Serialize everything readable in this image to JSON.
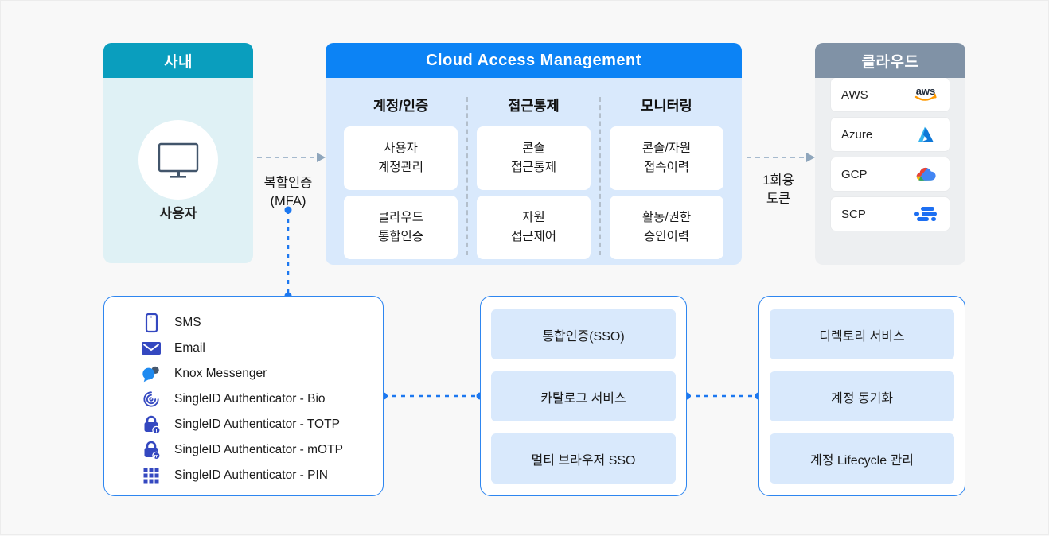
{
  "onprem": {
    "title": "사내",
    "user_label": "사용자",
    "header_color": "#0a9ebe",
    "body_color": "#dff1f5"
  },
  "cam": {
    "title": "Cloud Access Management",
    "header_color": "#0c83f5",
    "body_color": "#d9e9fc",
    "columns": [
      {
        "label": "계정/인증",
        "cards": [
          "사용자\n계정관리",
          "클라우드\n통합인증"
        ]
      },
      {
        "label": "접근통제",
        "cards": [
          "콘솔\n접근통제",
          "자원\n접근제어"
        ]
      },
      {
        "label": "모니터링",
        "cards": [
          "콘솔/자원\n접속이력",
          "활동/권한\n승인이력"
        ]
      }
    ]
  },
  "cloud": {
    "title": "클라우드",
    "header_color": "#8092a6",
    "providers": [
      {
        "name": "AWS",
        "icon": "aws-logo"
      },
      {
        "name": "Azure",
        "icon": "azure-logo"
      },
      {
        "name": "GCP",
        "icon": "gcp-logo"
      },
      {
        "name": "SCP",
        "icon": "scp-logo"
      }
    ]
  },
  "connections": {
    "mfa_label": "복합인증\n(MFA)",
    "token_label": "1회용\n토큰",
    "dashed_arrow_color": "#a6bace",
    "dotted_line_color": "#1d78f0"
  },
  "auth_methods": {
    "items": [
      {
        "label": "SMS",
        "icon": "phone-icon"
      },
      {
        "label": "Email",
        "icon": "email-icon"
      },
      {
        "label": "Knox Messenger",
        "icon": "messenger-icon"
      },
      {
        "label": "SingleID Authenticator - Bio",
        "icon": "fingerprint-icon"
      },
      {
        "label": "SingleID Authenticator - TOTP",
        "icon": "lock-totp-icon"
      },
      {
        "label": "SingleID Authenticator - mOTP",
        "icon": "lock-motp-icon"
      },
      {
        "label": "SingleID Authenticator - PIN",
        "icon": "pin-grid-icon"
      }
    ]
  },
  "sso_services": {
    "cards": [
      "통합인증(SSO)",
      "카탈로그 서비스",
      "멀티 브라우저 SSO"
    ]
  },
  "directory_services": {
    "cards": [
      "디렉토리 서비스",
      "계정 동기화",
      "계정 Lifecycle 관리"
    ]
  }
}
